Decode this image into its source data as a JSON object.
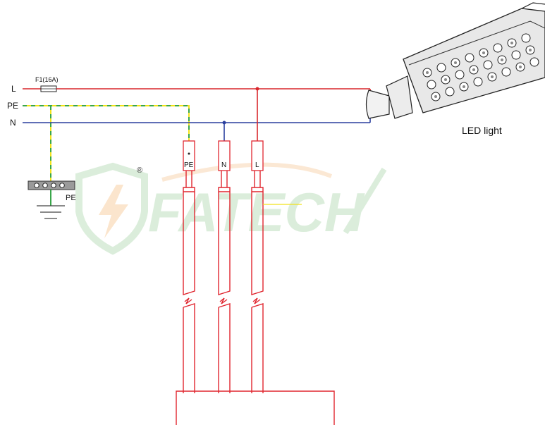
{
  "lines": {
    "l_label": "L",
    "pe_label": "PE",
    "n_label": "N"
  },
  "fuse": {
    "label": "F1(16A)"
  },
  "ground": {
    "label": "PE"
  },
  "terminals": {
    "pe": "PE",
    "n": "N",
    "l": "L"
  },
  "light": {
    "label": "LED light"
  },
  "watermark": {
    "brand": "FATECH",
    "registered": "®"
  },
  "colors": {
    "live": "#d9262c",
    "neutral": "#2a3f9e",
    "earth_yellow": "#f2e21a",
    "earth_green": "#3aa64a",
    "post": "#e0262f",
    "watermark": "#d8ecd8"
  }
}
